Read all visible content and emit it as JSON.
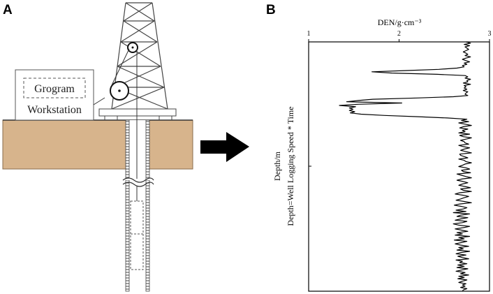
{
  "panel_a": {
    "letter": "A",
    "box_line1": "Grogram",
    "box_line2": "Workstation",
    "colors": {
      "ground": "#d7b48c",
      "ground_edge": "#8a6d4e",
      "line": "#333333"
    }
  },
  "panel_b": {
    "letter": "B"
  },
  "arrow_icon": "right-arrow-icon",
  "chart_data": {
    "type": "line",
    "title": "",
    "xlabel": "DEN/g·cm⁻³",
    "ylabel_line1": "Depth/m",
    "ylabel_line2": "Depth=Well Logging Speed * Time",
    "xlim": [
      1,
      3
    ],
    "xticks": [
      {
        "value": 1,
        "label": "1"
      },
      {
        "value": 2,
        "label": "2"
      },
      {
        "value": 3,
        "label": "3"
      }
    ],
    "ylim": [
      0,
      100
    ],
    "y_direction": "down",
    "grid": false,
    "series": [
      {
        "color": "#000000",
        "y": [
          0,
          0.5,
          1,
          1.5,
          2,
          2.5,
          3,
          3.5,
          4,
          4.5,
          5,
          5.5,
          6,
          6.5,
          7,
          7.5,
          8,
          8.5,
          9,
          9.5,
          10,
          10.5,
          11,
          11.5,
          12,
          12.5,
          13,
          13.5,
          14,
          14.5,
          15,
          15.5,
          16,
          16.5,
          17,
          17.5,
          18,
          18.5,
          19,
          19.5,
          20,
          20.5,
          21,
          21.5,
          22,
          22.5,
          23,
          23.5,
          24,
          24.5,
          25,
          25.5,
          26,
          26.5,
          27,
          27.5,
          28,
          28.5,
          29,
          29.5,
          30,
          30.5,
          31,
          31.5,
          32,
          32.5,
          33,
          33.5,
          34,
          34.5,
          35,
          35.5,
          36,
          36.5,
          37,
          37.5,
          38,
          38.5,
          39,
          39.5,
          40,
          40.5,
          41,
          41.5,
          42,
          42.5,
          43,
          43.5,
          44,
          44.5,
          45,
          45.5,
          46,
          46.5,
          47,
          47.5,
          48,
          48.5,
          49,
          49.5,
          50,
          50.5,
          51,
          51.5,
          52,
          52.5,
          53,
          53.5,
          54,
          54.5,
          55,
          55.5,
          56,
          56.5,
          57,
          57.5,
          58,
          58.5,
          59,
          59.5,
          60,
          60.5,
          61,
          61.5,
          62,
          62.5,
          63,
          63.5,
          64,
          64.5,
          65,
          65.5,
          66,
          66.5,
          67,
          67.5,
          68,
          68.5,
          69,
          69.5,
          70,
          70.5,
          71,
          71.5,
          72,
          72.5,
          73,
          73.5,
          74,
          74.5,
          75,
          75.5,
          76,
          76.5,
          77,
          77.5,
          78,
          78.5,
          79,
          79.5,
          80,
          80.5,
          81,
          81.5,
          82,
          82.5,
          83,
          83.5,
          84,
          84.5,
          85,
          85.5,
          86,
          86.5,
          87,
          87.5,
          88,
          88.5,
          89,
          89.5,
          90,
          90.5,
          91,
          91.5,
          92,
          92.5,
          93,
          93.5,
          94,
          94.5,
          95,
          95.5,
          96,
          96.5,
          97,
          97.5,
          98,
          98.5,
          99,
          99.5,
          100
        ],
        "x": [
          2.74,
          2.79,
          2.72,
          2.78,
          2.73,
          2.75,
          2.77,
          2.74,
          2.71,
          2.74,
          2.76,
          2.73,
          2.79,
          2.74,
          2.7,
          2.74,
          2.78,
          2.72,
          2.75,
          2.7,
          2.72,
          2.64,
          2.44,
          2.06,
          1.7,
          1.92,
          2.42,
          2.73,
          2.76,
          2.73,
          2.79,
          2.75,
          2.76,
          2.71,
          2.79,
          2.72,
          2.74,
          2.72,
          2.75,
          2.71,
          2.76,
          2.74,
          2.73,
          2.76,
          2.6,
          2.2,
          1.71,
          1.55,
          1.42,
          2.03,
          1.55,
          1.34,
          1.52,
          1.45,
          1.49,
          1.45,
          1.51,
          1.46,
          1.58,
          1.84,
          2.21,
          2.53,
          2.75,
          2.69,
          2.77,
          2.66,
          2.73,
          2.8,
          2.71,
          2.67,
          2.76,
          2.7,
          2.73,
          2.66,
          2.78,
          2.67,
          2.71,
          2.8,
          2.74,
          2.68,
          2.72,
          2.73,
          2.77,
          2.66,
          2.71,
          2.78,
          2.72,
          2.68,
          2.74,
          2.8,
          2.67,
          2.68,
          2.72,
          2.76,
          2.66,
          2.72,
          2.74,
          2.8,
          2.73,
          2.7,
          2.66,
          2.74,
          2.78,
          2.69,
          2.71,
          2.79,
          2.64,
          2.69,
          2.74,
          2.8,
          2.69,
          2.64,
          2.71,
          2.76,
          2.7,
          2.66,
          2.73,
          2.79,
          2.68,
          2.71,
          2.8,
          2.67,
          2.62,
          2.71,
          2.77,
          2.72,
          2.68,
          2.63,
          2.72,
          2.8,
          2.67,
          2.61,
          2.69,
          2.75,
          2.71,
          2.63,
          2.74,
          2.6,
          2.78,
          2.68,
          2.64,
          2.76,
          2.68,
          2.62,
          2.75,
          2.7,
          2.6,
          2.66,
          2.78,
          2.71,
          2.62,
          2.69,
          2.76,
          2.64,
          2.7,
          2.62,
          2.78,
          2.66,
          2.72,
          2.61,
          2.75,
          2.69,
          2.62,
          2.68,
          2.77,
          2.66,
          2.71,
          2.64,
          2.78,
          2.68,
          2.63,
          2.74,
          2.65,
          2.7,
          2.77,
          2.63,
          2.7,
          2.67,
          2.75,
          2.65,
          2.72,
          2.64,
          2.76,
          2.69,
          2.63,
          2.73,
          2.68,
          2.77,
          2.66,
          2.72,
          2.65,
          2.75,
          2.7,
          2.66,
          2.74,
          2.7,
          2.73,
          2.68,
          2.75,
          2.71,
          2.7
        ]
      }
    ]
  }
}
